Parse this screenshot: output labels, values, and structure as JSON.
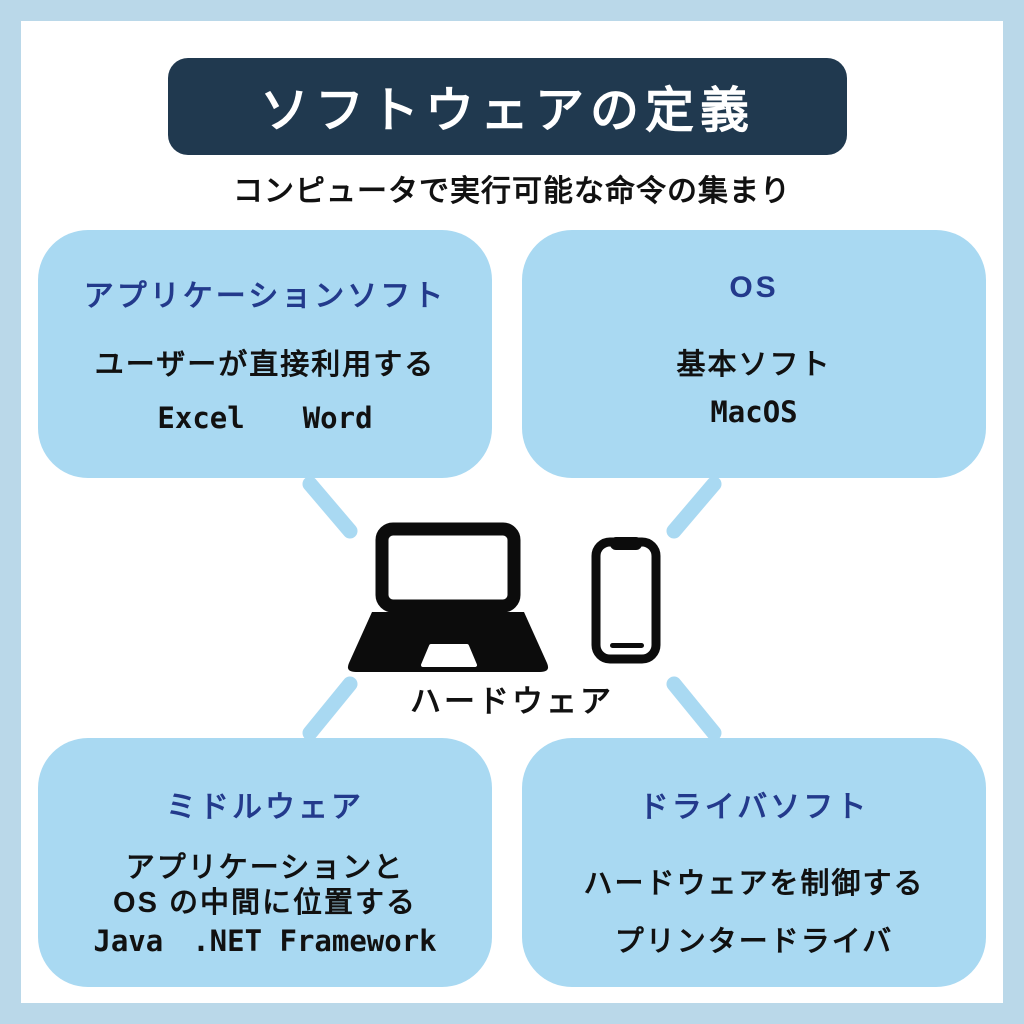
{
  "header": {
    "title": "ソフトウェアの定義",
    "subtitle": "コンピュータで実行可能な命令の集まり"
  },
  "boxes": {
    "application": {
      "title": "アプリケーションソフト",
      "desc": [
        "ユーザーが直接利用する"
      ],
      "examples": "Excel　　Word"
    },
    "os": {
      "title": "OS",
      "desc": [
        "基本ソフト"
      ],
      "examples": "MacOS"
    },
    "middleware": {
      "title": "ミドルウェア",
      "desc": [
        "アプリケーションと",
        "OS の中間に位置する"
      ],
      "examples": "Java　.NET Framework"
    },
    "driver": {
      "title": "ドライバソフト",
      "desc": [
        "ハードウェアを制御する"
      ],
      "examples": "プリンタードライバ"
    }
  },
  "center": {
    "label": "ハードウェア",
    "icons": [
      "laptop-icon",
      "smartphone-icon"
    ]
  },
  "colors": {
    "frame": "#bad8e9",
    "box_fill": "#a9d9f2",
    "connector": "#a9d9f2",
    "title_bg": "#20394f",
    "title_text": "#ffffff",
    "heading_text": "#233a8c",
    "body_text": "#111111",
    "icon": "#0c0c0c",
    "background": "#ffffff"
  }
}
